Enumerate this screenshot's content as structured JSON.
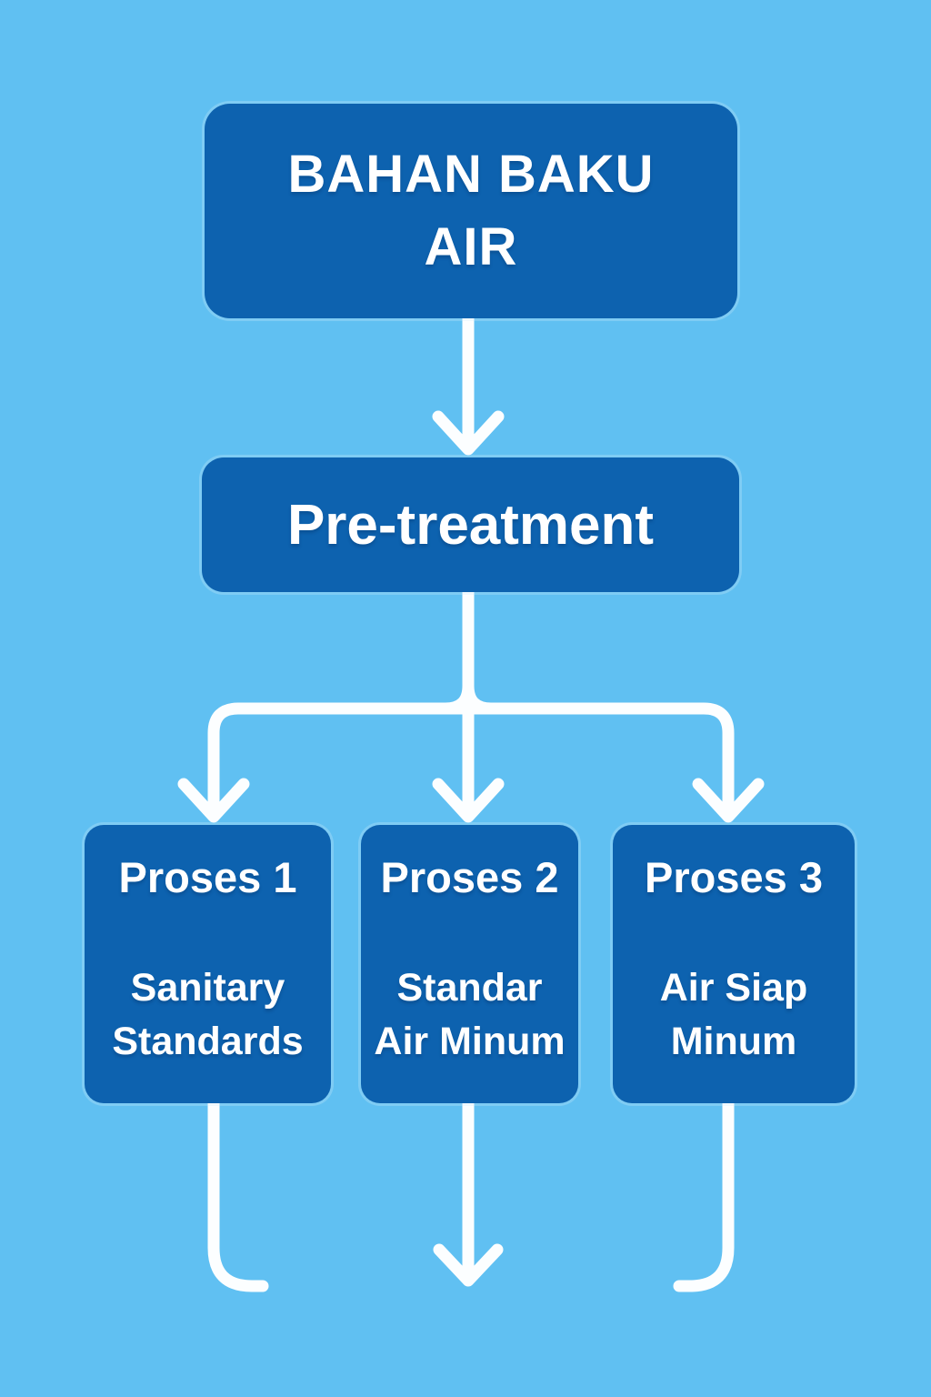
{
  "diagram": {
    "type": "flowchart",
    "direction": "top-down",
    "colors": {
      "background": "#60c0f2",
      "node_fill": "#0d62af",
      "connector": "#fcfeff",
      "text": "#ffffff"
    },
    "nodes": [
      {
        "id": "source",
        "line1": "BAHAN BAKU",
        "line2": "AIR"
      },
      {
        "id": "pretreatment",
        "label": "Pre-treatment"
      },
      {
        "id": "process1",
        "title": "Proses 1",
        "subtitle_line1": "Sanitary",
        "subtitle_line2": "Standards"
      },
      {
        "id": "process2",
        "title": "Proses 2",
        "subtitle_line1": "Standar",
        "subtitle_line2": "Air Minum"
      },
      {
        "id": "process3",
        "title": "Proses 3",
        "subtitle_line1": "Air Siap",
        "subtitle_line2": "Minum"
      }
    ],
    "edges": [
      {
        "from": "source",
        "to": "pretreatment",
        "style": "arrow-down"
      },
      {
        "from": "pretreatment",
        "to": "process1",
        "style": "arrow-down-branch-left"
      },
      {
        "from": "pretreatment",
        "to": "process2",
        "style": "arrow-down"
      },
      {
        "from": "pretreatment",
        "to": "process3",
        "style": "arrow-down-branch-right"
      },
      {
        "from": "process1",
        "to": "output",
        "style": "curve-down-right"
      },
      {
        "from": "process2",
        "to": "output",
        "style": "arrow-down"
      },
      {
        "from": "process3",
        "to": "output",
        "style": "curve-down-left"
      }
    ]
  }
}
